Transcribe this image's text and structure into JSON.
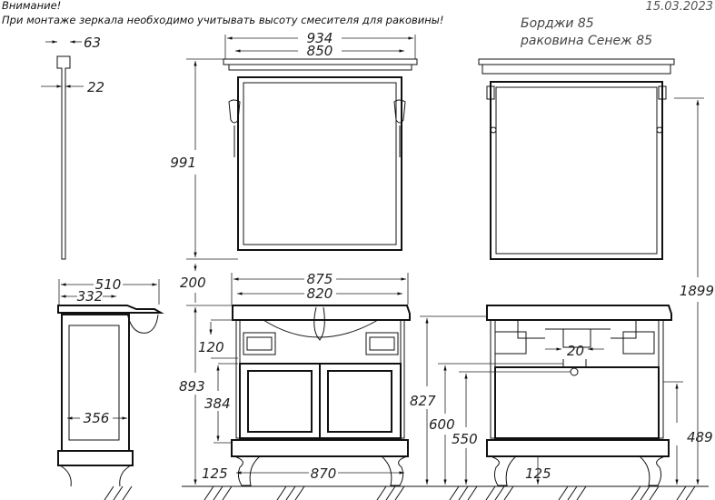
{
  "header": {
    "warning_title": "Внимание!",
    "warning_text": "При монтаже зеркала необходимо учитывать высоту смесителя для раковины!",
    "date": "15.03.2023",
    "model": "Борджи 85",
    "sink": "раковина  Сенеж 85"
  },
  "dimensions": {
    "mirror_depth_top": "63",
    "mirror_depth": "22",
    "mirror_width_total": "934",
    "mirror_width_frame": "850",
    "mirror_height": "991",
    "cabinet_depth_total": "510",
    "cabinet_depth_body": "332",
    "cabinet_depth_inner": "356",
    "mirror_gap": "200",
    "sink_width": "875",
    "cabinet_width": "820",
    "drawer_offset": "120",
    "total_height": "893",
    "door_height": "384",
    "leg_height_front": "125",
    "leg_span": "870",
    "sink_top_height": "827",
    "pipe_height": "600",
    "drain_height": "550",
    "shelf_height": "489",
    "mirror_top_height": "1899",
    "pipe_spacing": "20",
    "leg_height_back": "125"
  }
}
